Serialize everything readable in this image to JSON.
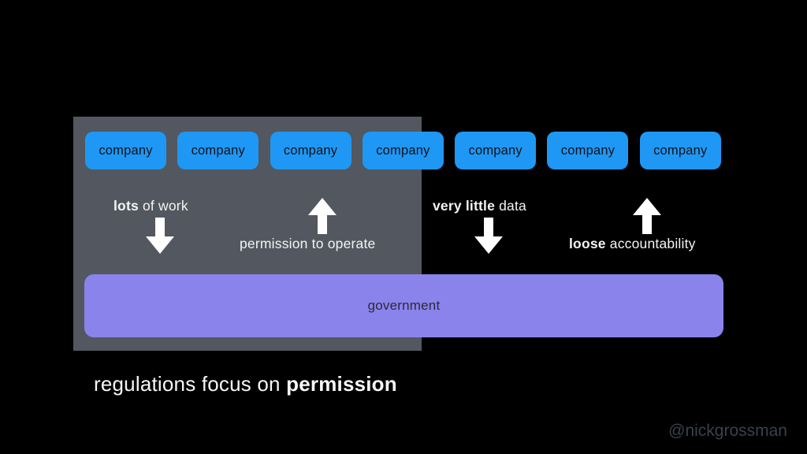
{
  "slide": {
    "watermark": "@nickgrossman",
    "caption": {
      "prefix": "regulations focus on ",
      "emphasis": "permission"
    },
    "colors": {
      "background": "#000000",
      "highlight_panel": "#53575f",
      "company_fill": "#1e98f4",
      "government_fill": "#8b83ec",
      "annotation_text": "#f4f4f6",
      "box_text": "#12121c",
      "watermark_text": "#394050"
    }
  },
  "companies": {
    "items": [
      "company",
      "company",
      "company",
      "company",
      "company",
      "company",
      "company"
    ]
  },
  "annotations": {
    "lots_of_work": {
      "emphasis": "lots",
      "rest": " of work"
    },
    "permission_to_operate": {
      "label": "permission to operate"
    },
    "very_little_data": {
      "emphasis": "very little",
      "rest": " data"
    },
    "loose_accountability": {
      "emphasis": "loose",
      "rest": " accountability"
    }
  },
  "government": {
    "label": "government"
  }
}
